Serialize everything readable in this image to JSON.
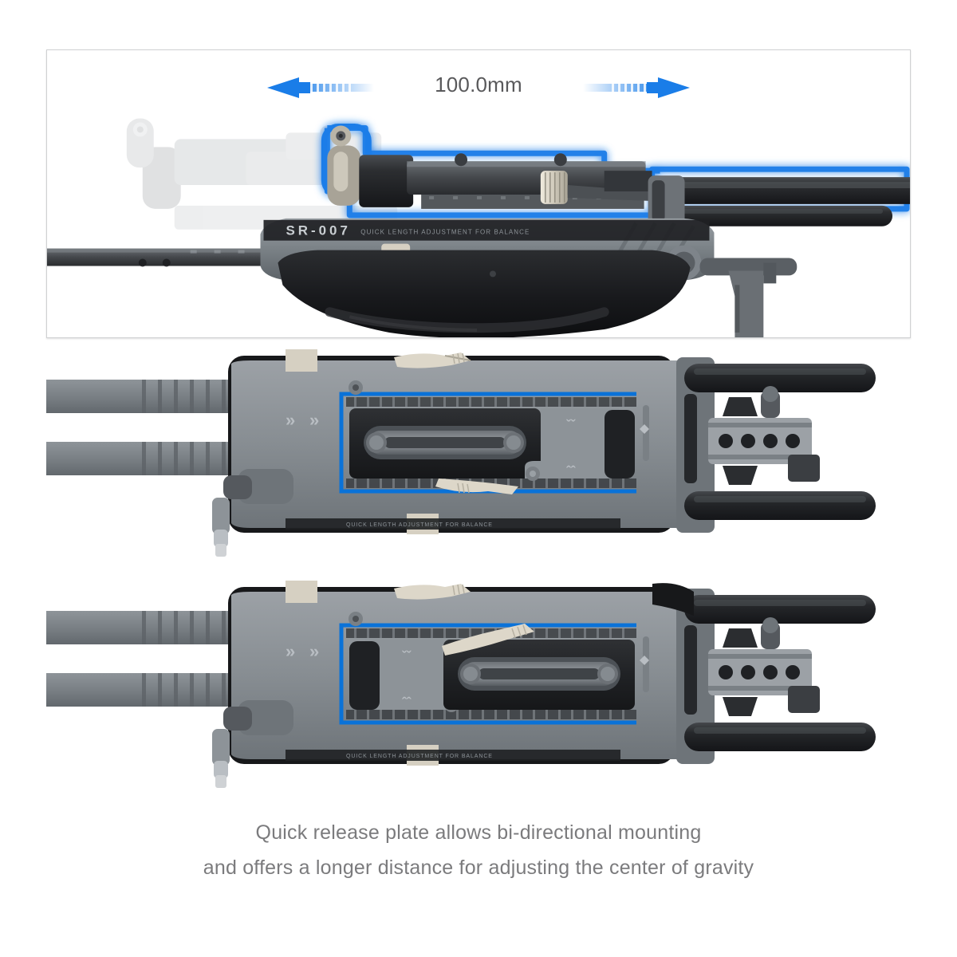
{
  "product": {
    "model": "SR-007",
    "tagline": "QUICK LENGTH ADJUSTMENT FOR BALANCE"
  },
  "panel_side": {
    "name": "side-profile-view",
    "dimension_label": "100.0mm",
    "arrow_left_name": "retract-arrow-left",
    "arrow_right_name": "extend-arrow-right",
    "accent_color": "#1a7de8",
    "ghost_note": "retracted-position-ghost"
  },
  "panel_top_a": {
    "name": "top-view-plate-forward",
    "plate_position": "forward",
    "chevron_forward": "»",
    "chevron_down": "ˇˇ",
    "chevron_up": "ˆˆ",
    "tagline": "QUICK LENGTH ADJUSTMENT FOR BALANCE",
    "highlight_color": "#0a72d8"
  },
  "panel_top_b": {
    "name": "top-view-plate-reversed",
    "plate_position": "reversed",
    "chevron_forward": "»",
    "chevron_down": "ˇˇ",
    "chevron_up": "ˆˆ",
    "tagline": "QUICK LENGTH ADJUSTMENT FOR BALANCE",
    "highlight_color": "#0a72d8"
  },
  "caption": {
    "line1": "Quick release plate allows bi-directional mounting",
    "line2": "and offers a longer distance for adjusting the center of gravity"
  },
  "palette": {
    "accent_blue": "#1a7de8",
    "highlight_blue": "#0a72d8",
    "body_grey": "#8c9094",
    "body_grey_dark": "#6e7479",
    "body_black": "#1b1c1e",
    "plate_black": "#232427",
    "screw_tan": "#d8d2c4",
    "caption_grey": "#7b7b7d",
    "frame_grey": "#cfd0d2"
  }
}
